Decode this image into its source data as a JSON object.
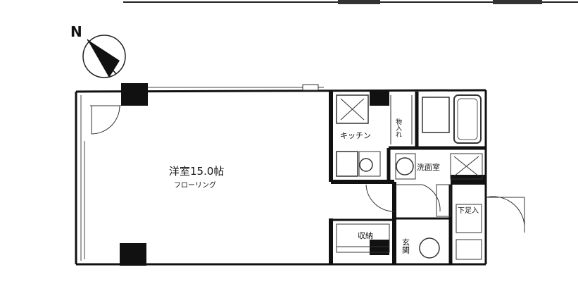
{
  "compass": {
    "north_label": "N"
  },
  "rooms": {
    "western_room": {
      "name": "洋室15.0帖",
      "floor": "フローリング"
    },
    "kitchen": {
      "label": "キッチン"
    },
    "storage_space": {
      "label": "物入れ"
    },
    "washroom": {
      "label": "洗面室"
    },
    "closet": {
      "label": "収納"
    },
    "entrance": {
      "label": "玄関"
    },
    "shoe_storage": {
      "label": "下足入"
    }
  },
  "colors": {
    "wall": "#111111",
    "line": "#222222",
    "background": "#ffffff"
  }
}
